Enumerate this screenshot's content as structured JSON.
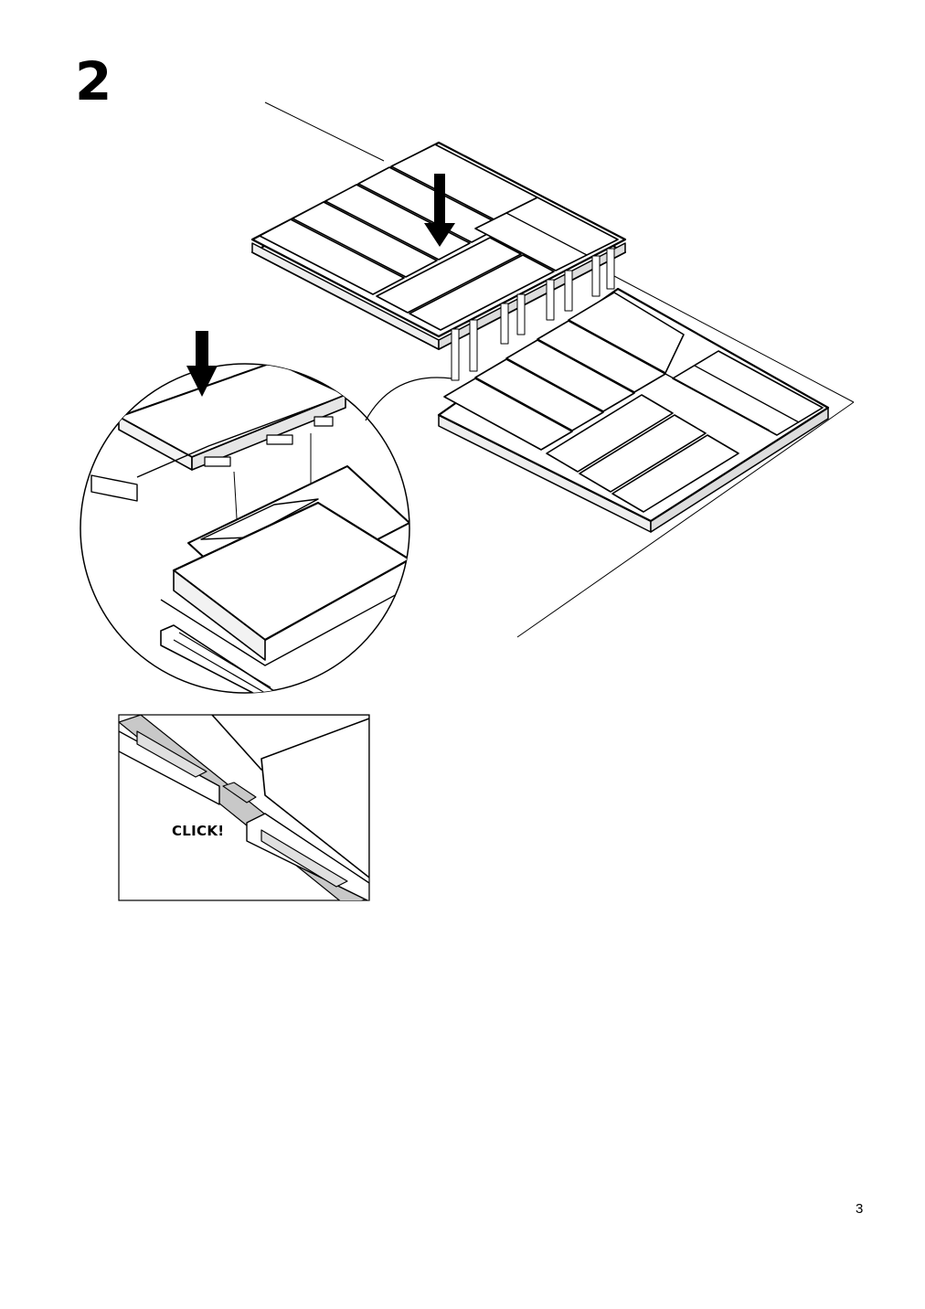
{
  "step": {
    "number": "2"
  },
  "detail": {
    "click_text": "CLICK!"
  },
  "footer": {
    "page_number": "3"
  }
}
